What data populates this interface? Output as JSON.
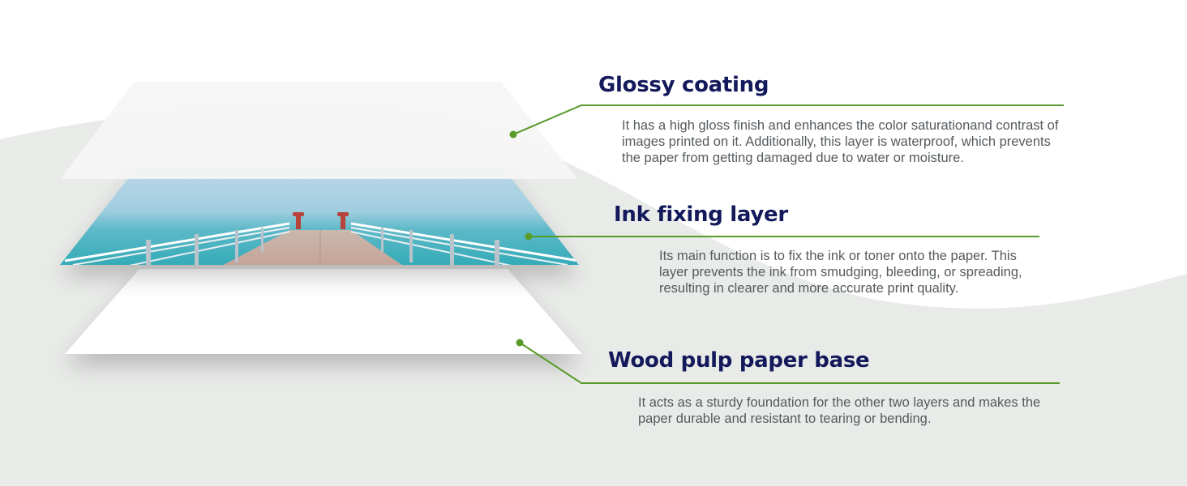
{
  "layers": [
    {
      "id": "glossy-coating",
      "title": "Glossy coating",
      "description": "It has a high gloss finish and enhances the color saturationand contrast of images printed on it. Additionally, this layer is waterproof, which prevents the paper from getting damaged due to water or moisture."
    },
    {
      "id": "ink-fixing-layer",
      "title": "Ink fixing layer",
      "description": "Its main function is to fix the ink or toner onto the paper. This layer prevents the ink from smudging, bleeding, or spreading, resulting in clearer and more accurate print quality."
    },
    {
      "id": "wood-pulp-paper-base",
      "title": "Wood pulp paper base",
      "description": "It acts as a sturdy foundation for the other two layers and makes the paper durable and resistant to tearing or bending."
    }
  ],
  "colors": {
    "accent_green": "#5a9a2a",
    "heading_navy": "#13195a",
    "body_gray": "#555a5e",
    "background_wave": "#e8eae8"
  }
}
